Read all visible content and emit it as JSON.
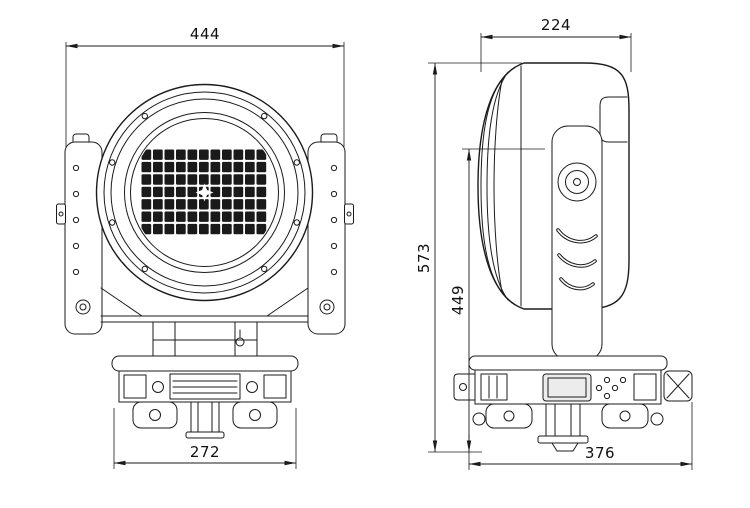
{
  "drawing": {
    "type": "technical-dimension-drawing",
    "subject": "moving-head-light-fixture",
    "colors": {
      "background": "#ffffff",
      "line": "#1b1b1b"
    },
    "dimensions": {
      "front_width_mm": "444",
      "base_width_mm": "272",
      "head_depth_mm": "224",
      "total_height_mm": "573",
      "yoke_height_mm": "449",
      "base_depth_mm": "376"
    },
    "icons": {
      "lens_center": "star-marker"
    }
  }
}
